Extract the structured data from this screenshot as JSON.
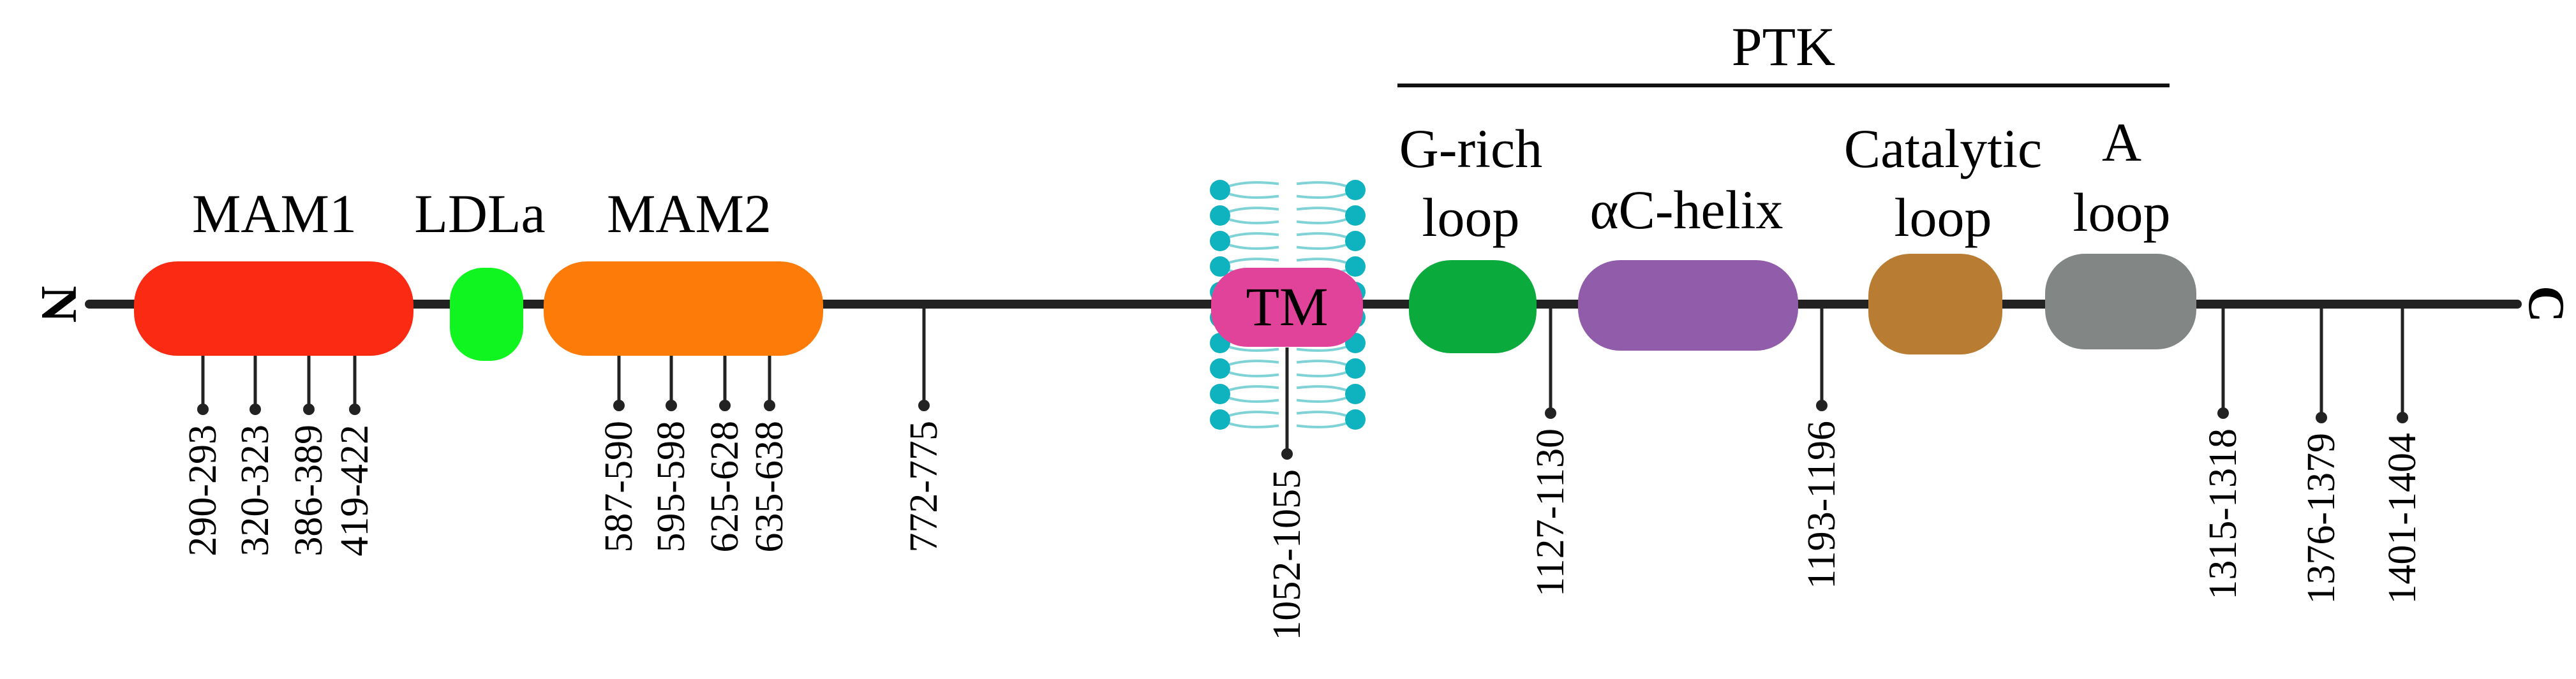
{
  "termini": {
    "n": "N",
    "c": "C"
  },
  "ptk": {
    "label": "PTK"
  },
  "domains": [
    {
      "id": "mam1",
      "label": "MAM1",
      "color": "#fb2a12"
    },
    {
      "id": "ldla",
      "label": "LDLa",
      "color": "#10f51f"
    },
    {
      "id": "mam2",
      "label": "MAM2",
      "color": "#fd7b09"
    },
    {
      "id": "tm",
      "label": "TM",
      "color": "#e2439a"
    },
    {
      "id": "g-rich",
      "label_line1": "G-rich",
      "label_line2": "loop",
      "color": "#0aaa3d"
    },
    {
      "id": "ac-helix",
      "label": "αC-helix",
      "color": "#915dab"
    },
    {
      "id": "catalytic",
      "label_line1": "Catalytic",
      "label_line2": "loop",
      "color": "#b97c33"
    },
    {
      "id": "a-loop",
      "label_line1": "A",
      "label_line2": "loop",
      "color": "#828786"
    }
  ],
  "membrane": {
    "head_color": "#0fb3bf",
    "tail_color": "#7fd3d6"
  },
  "sites": [
    "290-293",
    "320-323",
    "386-389",
    "419-422",
    "587-590",
    "595-598",
    "625-628",
    "635-638",
    "772-775",
    "1052-1055",
    "1127-1130",
    "1193-1196",
    "1315-1318",
    "1376-1379",
    "1401-1404"
  ]
}
